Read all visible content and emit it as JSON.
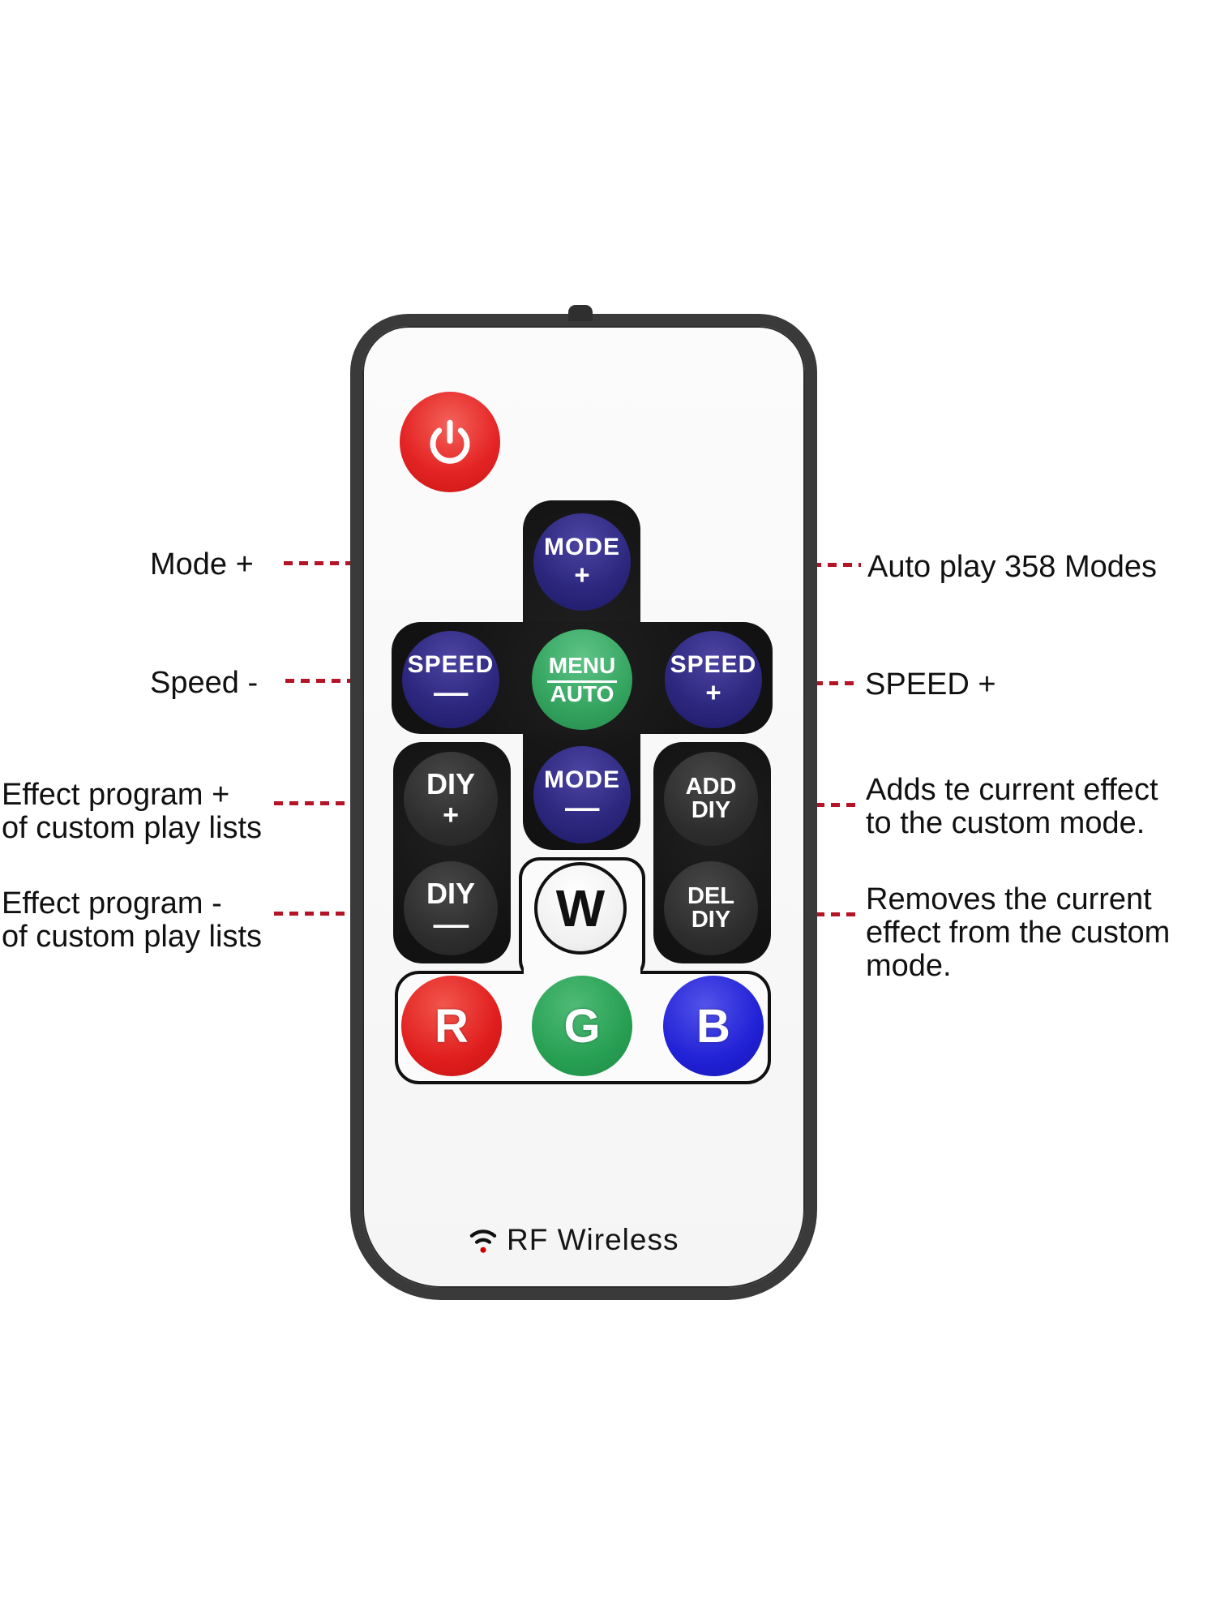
{
  "colors": {
    "connector": "#b41425",
    "remote_border": "#3a3a3a",
    "remote_face": "#f8f8f8",
    "pad_black": "#161616",
    "navy_button": "#2e2980",
    "green_button": "#35a560",
    "dark_button": "#2d2d2d",
    "power_red": "#e42424",
    "r_red": "#e01d1d",
    "g_green": "#27a053",
    "b_blue": "#2121d6"
  },
  "remote": {
    "brand": "RF Wireless",
    "buttons": {
      "power": {
        "icon": "power-icon"
      },
      "mode_plus": {
        "line1": "MODE",
        "line2": "+"
      },
      "speed_minus": {
        "line1": "SPEED",
        "line2": "–"
      },
      "menu_auto": {
        "line1": "MENU",
        "line2": "AUTO"
      },
      "speed_plus": {
        "line1": "SPEED",
        "line2": "+"
      },
      "diy_plus": {
        "line1": "DIY",
        "line2": "+"
      },
      "mode_minus": {
        "line1": "MODE",
        "line2": "–"
      },
      "add_diy": {
        "line1": "ADD",
        "line2": "DIY"
      },
      "diy_minus": {
        "line1": "DIY",
        "line2": "–"
      },
      "w_button": {
        "label": "W"
      },
      "del_diy": {
        "line1": "DEL",
        "line2": "DIY"
      },
      "red": {
        "label": "R"
      },
      "green": {
        "label": "G"
      },
      "blue": {
        "label": "B"
      }
    }
  },
  "annotations": {
    "mode_plus": {
      "line1": "Mode +"
    },
    "auto_play": {
      "line1": "Auto play 358 Modes"
    },
    "speed_minus": {
      "line1": "Speed -"
    },
    "speed_plus": {
      "line1": "SPEED +"
    },
    "effect_plus": {
      "line1": "Effect program +",
      "line2": "of custom play lists"
    },
    "add_diy": {
      "line1": "Adds te current effect",
      "line2": "to the custom mode."
    },
    "effect_minus": {
      "line1": "Effect program -",
      "line2": "of custom play lists"
    },
    "del_diy": {
      "line1": "Removes the current",
      "line2": "effect from the custom",
      "line3": "mode."
    }
  }
}
